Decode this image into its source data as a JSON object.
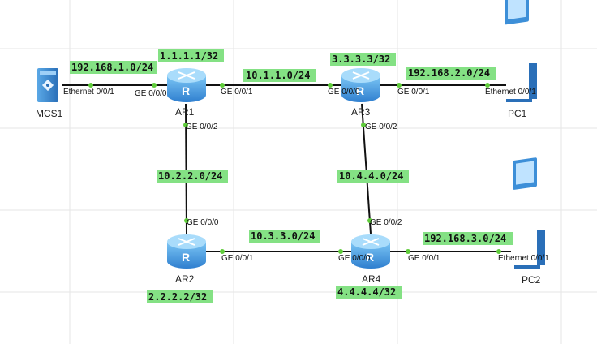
{
  "colors": {
    "subnet_tag_bg": "#84e184",
    "link": "#111111",
    "port_dot": "#5fcc3a",
    "router_body": "#3a8fd6",
    "grid": "#e6e6e6"
  },
  "devices": {
    "mcs1": {
      "name": "MCS1",
      "icon": "server-icon"
    },
    "ar1": {
      "name": "AR1",
      "icon": "router-icon"
    },
    "ar2": {
      "name": "AR2",
      "icon": "router-icon"
    },
    "ar3": {
      "name": "AR3",
      "icon": "router-icon"
    },
    "ar4": {
      "name": "AR4",
      "icon": "router-icon"
    },
    "pc1": {
      "name": "PC1",
      "icon": "pc-icon"
    },
    "pc2": {
      "name": "PC2",
      "icon": "pc-icon"
    }
  },
  "subnets": {
    "mcs1_ar1": "192.168.1.0/24",
    "ar1_ar3": "10.1.1.0/24",
    "ar3_pc1": "192.168.2.0/24",
    "ar1_ar2": "10.2.2.0/24",
    "ar3_ar4": "10.4.4.0/24",
    "ar2_ar4": "10.3.3.0/24",
    "ar4_pc2": "192.168.3.0/24"
  },
  "loopbacks": {
    "ar1": "1.1.1.1/32",
    "ar2": "2.2.2.2/32",
    "ar3": "3.3.3.3/32",
    "ar4": "4.4.4.4/32"
  },
  "ports": {
    "mcs1_eth": "Ethernet 0/0/1",
    "ar1_g0": "GE 0/0/0",
    "ar1_g1": "GE 0/0/1",
    "ar1_g2": "GE 0/0/2",
    "ar3_g0": "GE 0/0/0",
    "ar3_g1": "GE 0/0/1",
    "ar3_g2": "GE 0/0/2",
    "pc1_eth": "Ethernet 0/0/1",
    "ar2_g0": "GE 0/0/0",
    "ar2_g1": "GE 0/0/1",
    "ar4_g0": "GE 0/0/0",
    "ar4_g1": "GE 0/0/1",
    "ar4_g2": "GE 0/0/2",
    "pc2_eth": "Ethernet 0/0/1"
  }
}
